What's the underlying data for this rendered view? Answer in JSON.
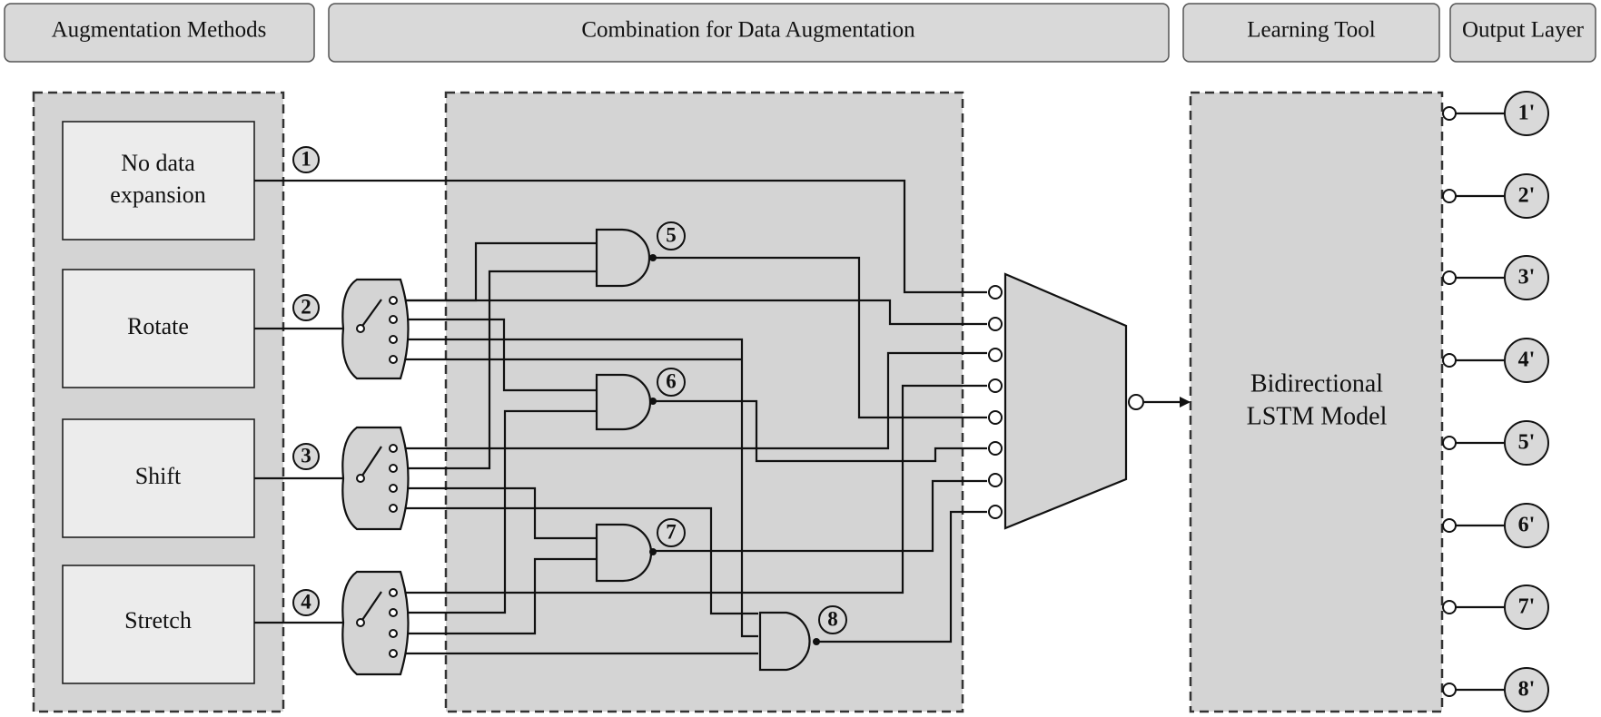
{
  "headers": {
    "augmentation_methods": "Augmentation Methods",
    "combination": "Combination for Data Augmentation",
    "learning_tool": "Learning Tool",
    "output_layer": "Output Layer"
  },
  "methods": {
    "no_expansion_line1": "No data",
    "no_expansion_line2": "expansion",
    "rotate": "Rotate",
    "shift": "Shift",
    "stretch": "Stretch"
  },
  "input_markers": [
    "1",
    "2",
    "3",
    "4"
  ],
  "gate_markers": [
    "5",
    "6",
    "7",
    "8"
  ],
  "lstm": {
    "line1": "Bidirectional",
    "line2": "LSTM Model"
  },
  "outputs": [
    "1'",
    "2'",
    "3'",
    "4'",
    "5'",
    "6'",
    "7'",
    "8'"
  ]
}
